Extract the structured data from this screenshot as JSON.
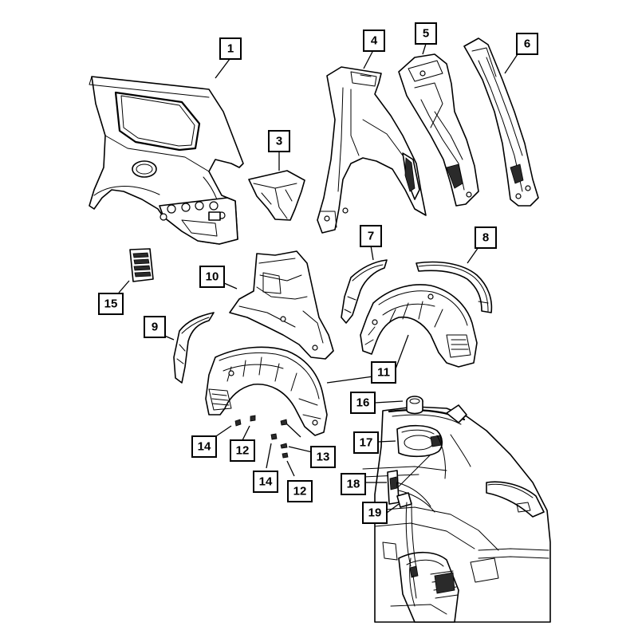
{
  "callouts": [
    {
      "id": "1",
      "label": "1"
    },
    {
      "id": "3",
      "label": "3"
    },
    {
      "id": "4",
      "label": "4"
    },
    {
      "id": "5",
      "label": "5"
    },
    {
      "id": "6",
      "label": "6"
    },
    {
      "id": "7",
      "label": "7"
    },
    {
      "id": "8",
      "label": "8"
    },
    {
      "id": "9",
      "label": "9"
    },
    {
      "id": "10",
      "label": "10"
    },
    {
      "id": "11",
      "label": "11"
    },
    {
      "id": "12a",
      "label": "12"
    },
    {
      "id": "12b",
      "label": "12"
    },
    {
      "id": "13",
      "label": "13"
    },
    {
      "id": "14a",
      "label": "14"
    },
    {
      "id": "14b",
      "label": "14"
    },
    {
      "id": "15",
      "label": "15"
    },
    {
      "id": "16",
      "label": "16"
    },
    {
      "id": "17",
      "label": "17"
    },
    {
      "id": "18",
      "label": "18"
    },
    {
      "id": "19",
      "label": "19"
    }
  ]
}
